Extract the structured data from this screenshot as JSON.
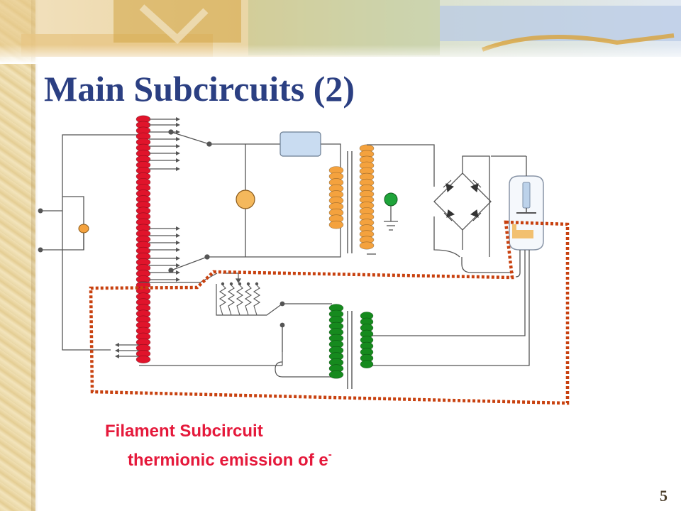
{
  "slide": {
    "title": "Main Subcircuits (2)",
    "caption_line1": "Filament Subcircuit",
    "caption_line2": "thermionic emission of e",
    "caption_superscript": "-",
    "page_number": "5"
  },
  "colors": {
    "title": "#2b3f82",
    "caption": "#e5193b",
    "autotransformer": "#e0142b",
    "hv_primary": "#f4a23e",
    "filament_transformer": "#168a1e",
    "highlight_outline": "#c8410f",
    "wire": "#555555"
  },
  "icons": {
    "ground": "ground-icon",
    "diode": "diode-icon",
    "resistor": "resistor-icon",
    "xray_tube": "xray-tube-icon"
  }
}
